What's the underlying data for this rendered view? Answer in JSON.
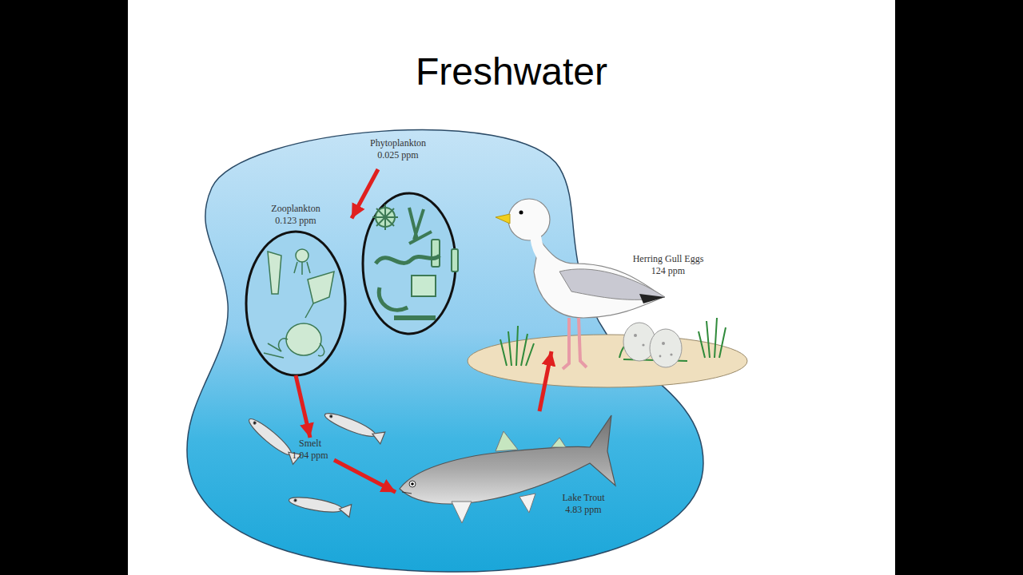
{
  "diagram": {
    "title": "Freshwater",
    "nodes": [
      {
        "text": [
          "Phytoplankton",
          "0.025 ppm"
        ]
      },
      {
        "text": [
          "Zooplankton",
          "0.123 ppm"
        ]
      },
      {
        "text": [
          "Smelt",
          "1.04 ppm"
        ]
      },
      {
        "text": [
          "Lake Trout",
          "4.83 ppm"
        ]
      },
      {
        "text": [
          "Herring Gull Eggs",
          "124 ppm"
        ]
      }
    ],
    "edges": [
      {
        "from": 0,
        "to": 1,
        "arrow": "to"
      },
      {
        "from": 1,
        "to": 2,
        "arrow": "to"
      },
      {
        "from": 2,
        "to": 3,
        "arrow": "to"
      },
      {
        "from": 3,
        "to": 4,
        "arrow": "to"
      }
    ]
  }
}
